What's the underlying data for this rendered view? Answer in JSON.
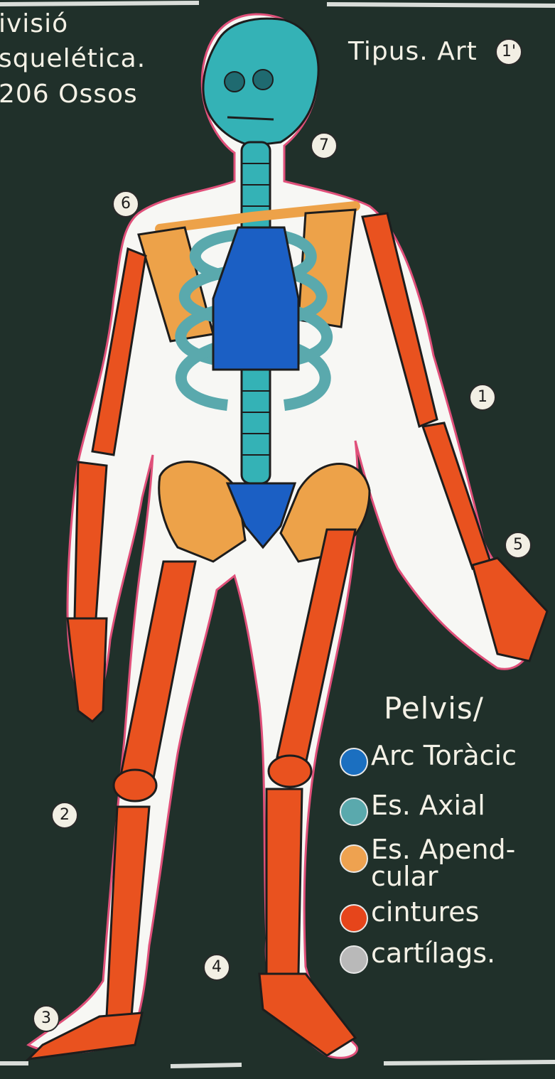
{
  "title_lines": [
    "ivisió",
    "squelética.",
    "206 Ossos"
  ],
  "top_right_label": "Tipus. Art",
  "numbers": [
    "1'",
    "7",
    "6",
    "1",
    "5",
    "2",
    "4",
    "3"
  ],
  "legend": {
    "title": "Pelvis/",
    "items": [
      {
        "label": "Arc Toràcic",
        "color": "#1b6fc0"
      },
      {
        "label": "Es. Axial",
        "color": "#5aa9ad"
      },
      {
        "label": "Es. Apend-cular",
        "color": "#eea250"
      },
      {
        "label": "cintures",
        "color": "#e6451b"
      },
      {
        "label": "cartílags.",
        "color": "#b9b9b9"
      }
    ]
  },
  "colors": {
    "board": "#20302a",
    "axial": "#34b2b6",
    "thoracic": "#1b5fc4",
    "appendicular": "#eda249",
    "limbs": "#e9521f",
    "body_fill": "#f7f7f4",
    "outline": "#e0507a"
  }
}
